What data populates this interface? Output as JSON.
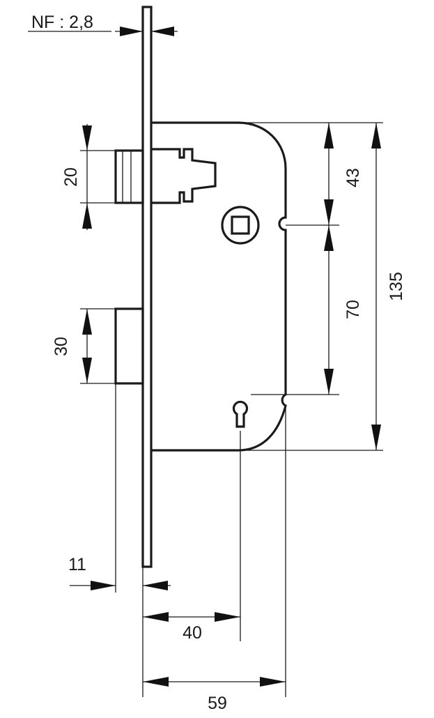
{
  "drawing": {
    "faceplate_thickness_label": "NF : 2,8",
    "dimensions": {
      "latch_height": "20",
      "bolt_height": "30",
      "top_to_handle": "43",
      "handle_to_key": "70",
      "case_height": "135",
      "faceplate_offset": "11",
      "backset": "40",
      "case_depth": "59"
    }
  },
  "colors": {
    "line": "#1a1a1a",
    "background": "#ffffff"
  }
}
